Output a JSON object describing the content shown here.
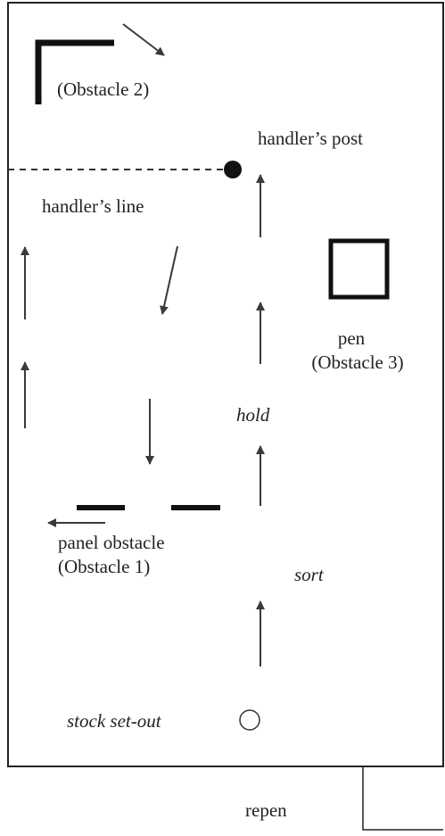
{
  "labels": {
    "obstacle2": "(Obstacle 2)",
    "handlers_post": "handler’s post",
    "handlers_line": "handler’s line",
    "pen": "pen",
    "obstacle3": "(Obstacle 3)",
    "hold": "hold",
    "panel_obstacle": "panel obstacle",
    "obstacle1": "(Obstacle 1)",
    "sort": "sort",
    "stock_set_out": "stock set-out",
    "repen": "repen"
  },
  "colors": {
    "line": "#222222",
    "arrow": "#3a3a3a",
    "background": "#ffffff"
  }
}
